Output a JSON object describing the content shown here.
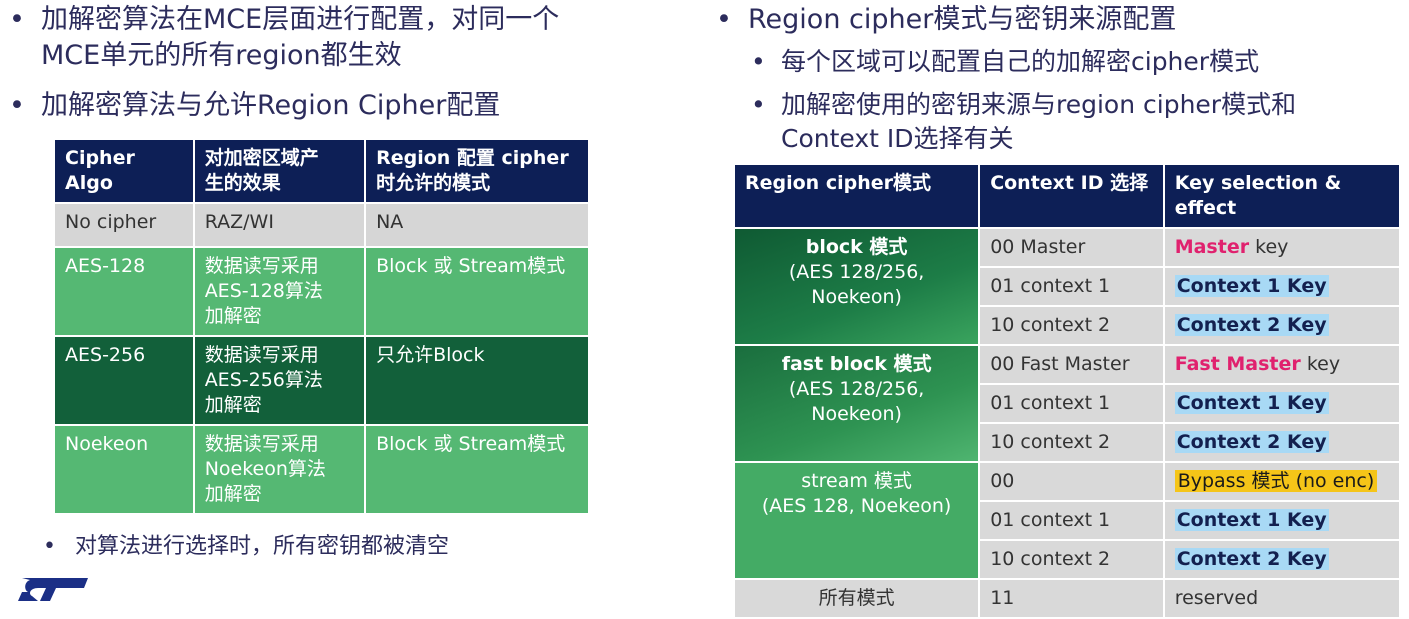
{
  "left": {
    "bullet1": "加解密算法在MCE层面进行配置，对同一个MCE单元的所有region都生效",
    "bullet1_line1": "加解密算法在MCE层面进行配置，对同一个",
    "bullet1_line2": "MCE单元的所有region都生效",
    "bullet2": "加解密算法与允许Region Cipher配置",
    "table": {
      "headers": [
        "Cipher Algo",
        "对加密区域产生的效果",
        "Region 配置 cipher 时允许的模式"
      ],
      "header_lines": [
        [
          "Cipher",
          "Algo"
        ],
        [
          "对加密区域产",
          "生的效果"
        ],
        [
          "Region 配置 cipher",
          "时允许的模式"
        ]
      ],
      "rows": [
        {
          "algo": "No cipher",
          "effect": [
            "RAZ/WI"
          ],
          "mode": "NA"
        },
        {
          "algo": "AES-128",
          "effect": [
            "数据读写采用",
            "AES-128算法",
            "加解密"
          ],
          "mode": "Block 或 Stream模式"
        },
        {
          "algo": "AES-256",
          "effect": [
            "数据读写采用",
            "AES-256算法",
            "加解密"
          ],
          "mode": "只允许Block"
        },
        {
          "algo": "Noekeon",
          "effect": [
            "数据读写采用",
            "Noekeon算法",
            "加解密"
          ],
          "mode": "Block 或 Stream模式"
        }
      ]
    },
    "note": "对算法进行选择时，所有密钥都被清空"
  },
  "right": {
    "bullet1": "Region cipher模式与密钥来源配置",
    "sub1": "每个区域可以配置自己的加解密cipher模式",
    "sub2_line1": "加解密使用的密钥来源与region cipher模式和",
    "sub2_line2": "Context ID选择有关",
    "table": {
      "headers": [
        "Region cipher模式",
        "Context ID 选择",
        "Key selection & effect"
      ],
      "header3_lines": [
        "Key selection &",
        "effect"
      ],
      "groups": [
        {
          "mode_title": "block 模式",
          "mode_sub": [
            "(AES 128/256,",
            "Noekeon)"
          ],
          "rows": [
            {
              "ctx": "00 Master",
              "key_em": "Master",
              "key_rest": " key",
              "style": "pink"
            },
            {
              "ctx": "01 context 1",
              "key": "Context 1 Key",
              "style": "blue"
            },
            {
              "ctx": "10 context 2",
              "key": "Context 2 Key",
              "style": "blue"
            }
          ]
        },
        {
          "mode_title": "fast block 模式",
          "mode_sub": [
            "(AES 128/256,",
            "Noekeon)"
          ],
          "rows": [
            {
              "ctx": "00 Fast Master",
              "key_em": "Fast Master",
              "key_rest": " key",
              "style": "pink"
            },
            {
              "ctx": "01 context 1",
              "key": "Context 1 Key",
              "style": "blue"
            },
            {
              "ctx": "10 context 2",
              "key": "Context 2 Key",
              "style": "blue"
            }
          ]
        },
        {
          "mode_title": "stream 模式",
          "mode_sub": [
            "(AES 128, Noekeon)"
          ],
          "rows": [
            {
              "ctx": "00",
              "key": "Bypass 模式 (no enc)",
              "style": "yellow"
            },
            {
              "ctx": "01  context 1",
              "key": "Context 1 Key",
              "style": "blue"
            },
            {
              "ctx": "10  context 2",
              "key": "Context 2 Key",
              "style": "blue"
            }
          ]
        }
      ],
      "last_row": {
        "mode": "所有模式",
        "ctx": "11",
        "key": "reserved"
      }
    }
  },
  "colors": {
    "navy": "#0d1f56",
    "green_light": "#55b873",
    "green_dark": "#12603a",
    "pink": "#e0216e",
    "blue_hl": "#a8d9f5",
    "yellow_hl": "#f5c518"
  },
  "logo_icon": "st-logo-icon"
}
